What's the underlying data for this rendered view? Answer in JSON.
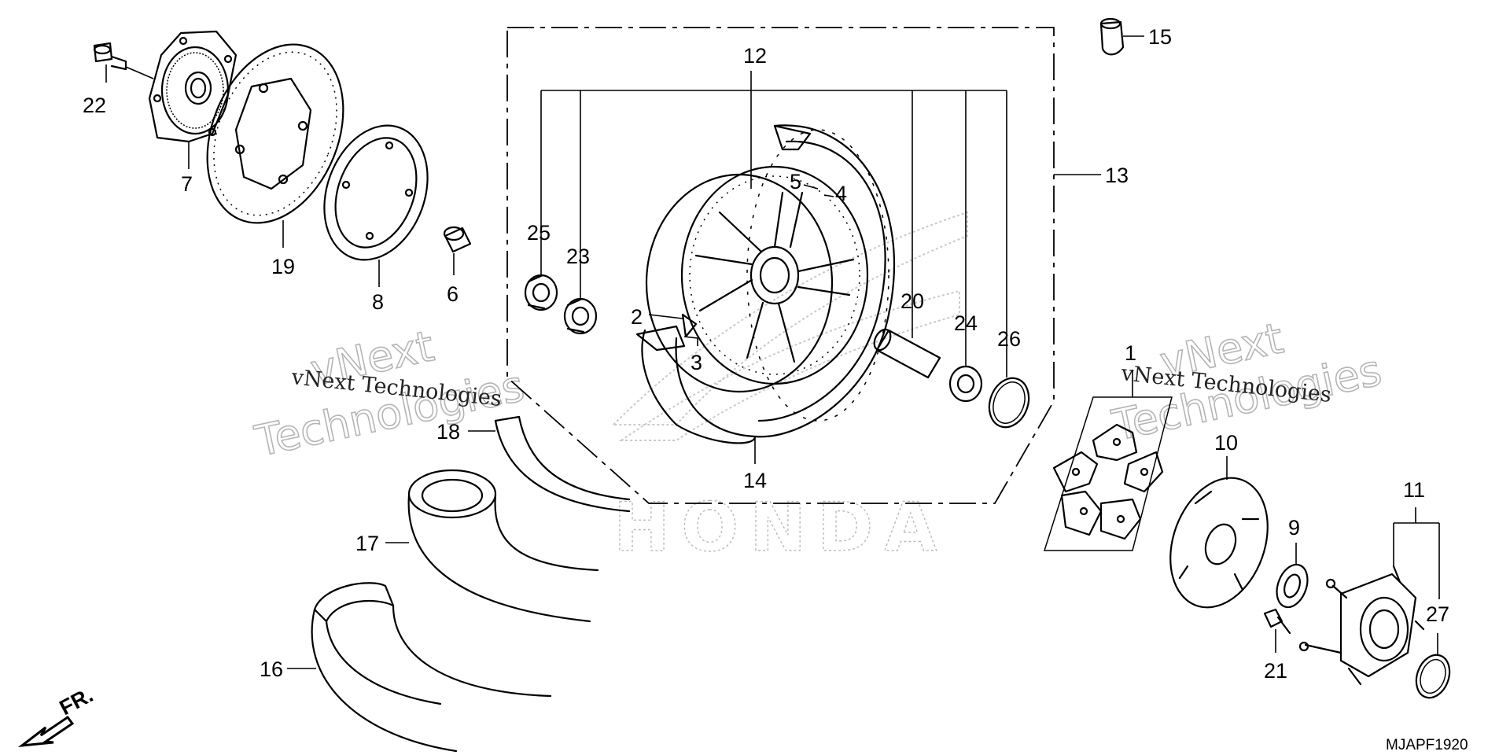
{
  "watermark": {
    "left_line1": "vNext",
    "left_line2": "Technologies",
    "left_mono": "vNext Technologies",
    "right_line1": "vNext",
    "right_line2": "Technologies",
    "right_mono": "vNext Technologies",
    "brand": "HONDA"
  },
  "diagram_code": "MJAPF1920",
  "direction_label": "FR.",
  "callouts": [
    {
      "id": "c1",
      "text": "1"
    },
    {
      "id": "c2",
      "text": "2"
    },
    {
      "id": "c3",
      "text": "3"
    },
    {
      "id": "c4",
      "text": "4"
    },
    {
      "id": "c5",
      "text": "5"
    },
    {
      "id": "c6",
      "text": "6"
    },
    {
      "id": "c7",
      "text": "7"
    },
    {
      "id": "c8",
      "text": "8"
    },
    {
      "id": "c9",
      "text": "9"
    },
    {
      "id": "c10",
      "text": "10"
    },
    {
      "id": "c11",
      "text": "11"
    },
    {
      "id": "c12",
      "text": "12"
    },
    {
      "id": "c13",
      "text": "13"
    },
    {
      "id": "c14",
      "text": "14"
    },
    {
      "id": "c15",
      "text": "15"
    },
    {
      "id": "c16",
      "text": "16"
    },
    {
      "id": "c17",
      "text": "17"
    },
    {
      "id": "c18",
      "text": "18"
    },
    {
      "id": "c19",
      "text": "19"
    },
    {
      "id": "c20",
      "text": "20"
    },
    {
      "id": "c21",
      "text": "21"
    },
    {
      "id": "c22",
      "text": "22"
    },
    {
      "id": "c23",
      "text": "23"
    },
    {
      "id": "c24",
      "text": "24"
    },
    {
      "id": "c25",
      "text": "25"
    },
    {
      "id": "c26",
      "text": "26"
    },
    {
      "id": "c27",
      "text": "27"
    }
  ]
}
